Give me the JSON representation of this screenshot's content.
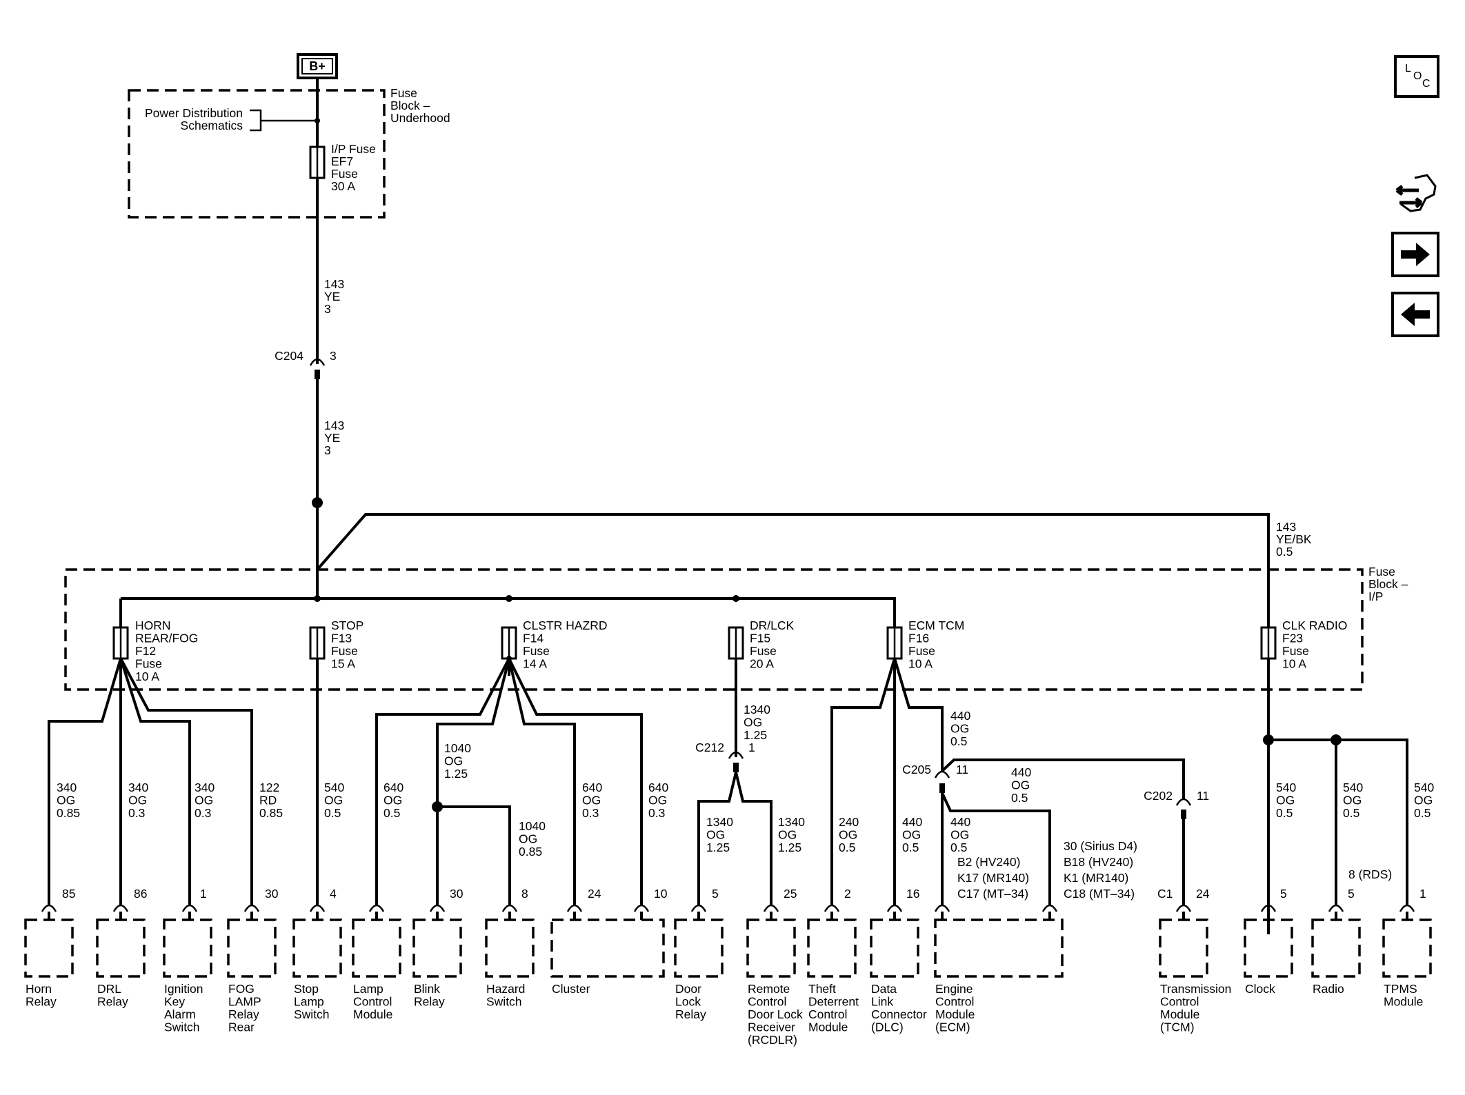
{
  "source": {
    "terminal": "B+"
  },
  "blocks": {
    "underhood": {
      "name_lines": [
        "Fuse",
        "Block –",
        "Underhood"
      ]
    },
    "ip": {
      "name_lines": [
        "Fuse",
        "Block –",
        "I/P"
      ]
    },
    "pds": {
      "lines": [
        "Power Distribution",
        "Schematics"
      ]
    }
  },
  "main_fuse": {
    "lines": [
      "I/P Fuse",
      "EF7",
      "Fuse",
      "30 A"
    ]
  },
  "feed_wires": [
    {
      "lines": [
        "143",
        "YE",
        "3"
      ]
    },
    {
      "lines": [
        "143",
        "YE",
        "3"
      ]
    },
    {
      "lines": [
        "143",
        "YE/BK",
        "0.5"
      ]
    }
  ],
  "connectors": {
    "c204": {
      "name": "C204",
      "pin": "3"
    },
    "c212": {
      "name": "C212",
      "pin": "1"
    },
    "c205": {
      "name": "C205",
      "pin": "11"
    },
    "c202": {
      "name": "C202",
      "pin": "11"
    },
    "c1": {
      "name": "C1"
    }
  },
  "fuses": [
    {
      "lines": [
        "HORN",
        "REAR/FOG",
        "F12",
        "Fuse",
        "10 A"
      ]
    },
    {
      "lines": [
        "STOP",
        "F13",
        "Fuse",
        "15 A"
      ]
    },
    {
      "lines": [
        "CLSTR HAZRD",
        "F14",
        "Fuse",
        "14 A"
      ]
    },
    {
      "lines": [
        "DR/LCK",
        "F15",
        "Fuse",
        "20 A"
      ]
    },
    {
      "lines": [
        "ECM TCM",
        "F16",
        "Fuse",
        "10 A"
      ]
    },
    {
      "lines": [
        "CLK RADIO",
        "F23",
        "Fuse",
        "10 A"
      ]
    }
  ],
  "branch_wires": [
    {
      "lines": [
        "340",
        "OG",
        "0.85"
      ]
    },
    {
      "lines": [
        "340",
        "OG",
        "0.3"
      ]
    },
    {
      "lines": [
        "340",
        "OG",
        "0.3"
      ]
    },
    {
      "lines": [
        "122",
        "RD",
        "0.85"
      ]
    },
    {
      "lines": [
        "540",
        "OG",
        "0.5"
      ]
    },
    {
      "lines": [
        "640",
        "OG",
        "0.5"
      ]
    },
    {
      "lines": [
        "1040",
        "OG",
        "1.25"
      ]
    },
    {
      "lines": [
        "1040",
        "OG",
        "0.85"
      ]
    },
    {
      "lines": [
        "640",
        "OG",
        "0.3"
      ]
    },
    {
      "lines": [
        "640",
        "OG",
        "0.3"
      ]
    },
    {
      "lines": [
        "1340",
        "OG",
        "1.25"
      ]
    },
    {
      "lines": [
        "1340",
        "OG",
        "1.25"
      ]
    },
    {
      "lines": [
        "1340",
        "OG",
        "1.25"
      ]
    },
    {
      "lines": [
        "240",
        "OG",
        "0.5"
      ]
    },
    {
      "lines": [
        "440",
        "OG",
        "0.5"
      ]
    },
    {
      "lines": [
        "440",
        "OG",
        "0.5"
      ]
    },
    {
      "lines": [
        "440",
        "OG",
        "0.5"
      ]
    },
    {
      "lines": [
        "440",
        "OG",
        "0.5"
      ]
    },
    {
      "lines": [
        "540",
        "OG",
        "0.5"
      ]
    },
    {
      "lines": [
        "540",
        "OG",
        "0.5"
      ]
    },
    {
      "lines": [
        "540",
        "OG",
        "0.5"
      ]
    }
  ],
  "pins": [
    "85",
    "86",
    "1",
    "30",
    "4",
    "30",
    "8",
    "24",
    "10",
    "5",
    "25",
    "2",
    "16",
    "24",
    "5",
    "5",
    "1"
  ],
  "ecm_pins": [
    "B2 (HV240)",
    "K17 (MR140)",
    "C17 (MT–34)"
  ],
  "ecm_pins_right": [
    "30 (Sirius D4)",
    "B18 (HV240)",
    "K1 (MR140)",
    "C18 (MT–34)"
  ],
  "radio_rds_pin": "8 (RDS)",
  "components": [
    {
      "lines": [
        "Horn",
        "Relay"
      ]
    },
    {
      "lines": [
        "DRL",
        "Relay"
      ]
    },
    {
      "lines": [
        "Ignition",
        "Key",
        "Alarm",
        "Switch"
      ]
    },
    {
      "lines": [
        "FOG",
        "LAMP",
        "Relay",
        "Rear"
      ]
    },
    {
      "lines": [
        "Stop",
        "Lamp",
        "Switch"
      ]
    },
    {
      "lines": [
        "Lamp",
        "Control",
        "Module"
      ]
    },
    {
      "lines": [
        "Blink",
        "Relay"
      ]
    },
    {
      "lines": [
        "Hazard",
        "Switch"
      ]
    },
    {
      "lines": [
        "Cluster"
      ]
    },
    {
      "lines": [
        "Door",
        "Lock",
        "Relay"
      ]
    },
    {
      "lines": [
        "Remote",
        "Control",
        "Door Lock",
        "Receiver",
        "(RCDLR)"
      ]
    },
    {
      "lines": [
        "Theft",
        "Deterrent",
        "Control",
        "Module"
      ]
    },
    {
      "lines": [
        "Data",
        "Link",
        "Connector",
        "(DLC)"
      ]
    },
    {
      "lines": [
        "Engine",
        "Control",
        "Module",
        "(ECM)"
      ]
    },
    {
      "lines": [
        "Transmission",
        "Control",
        "Module",
        "(TCM)"
      ]
    },
    {
      "lines": [
        "Clock"
      ]
    },
    {
      "lines": [
        "Radio"
      ]
    },
    {
      "lines": [
        "TPMS",
        "Module"
      ]
    }
  ],
  "nav": {
    "loc": {
      "letters": [
        "L",
        "O",
        "C"
      ]
    },
    "icons": [
      "component-locator-icon",
      "harness-connector-icon",
      "next-page-arrow-icon",
      "previous-page-arrow-icon"
    ]
  },
  "colors": {
    "line": "#000000",
    "background": "#ffffff"
  }
}
